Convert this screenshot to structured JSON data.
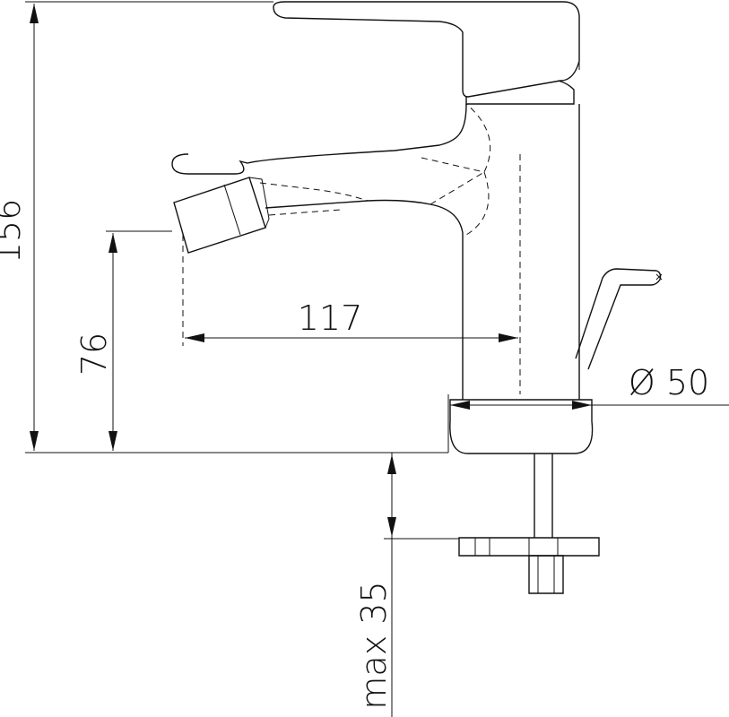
{
  "dimensions": {
    "total_height": "156",
    "spout_height": "76",
    "spout_reach": "117",
    "base_diameter": "Ø 50",
    "max_deck_thickness": "max 35"
  }
}
